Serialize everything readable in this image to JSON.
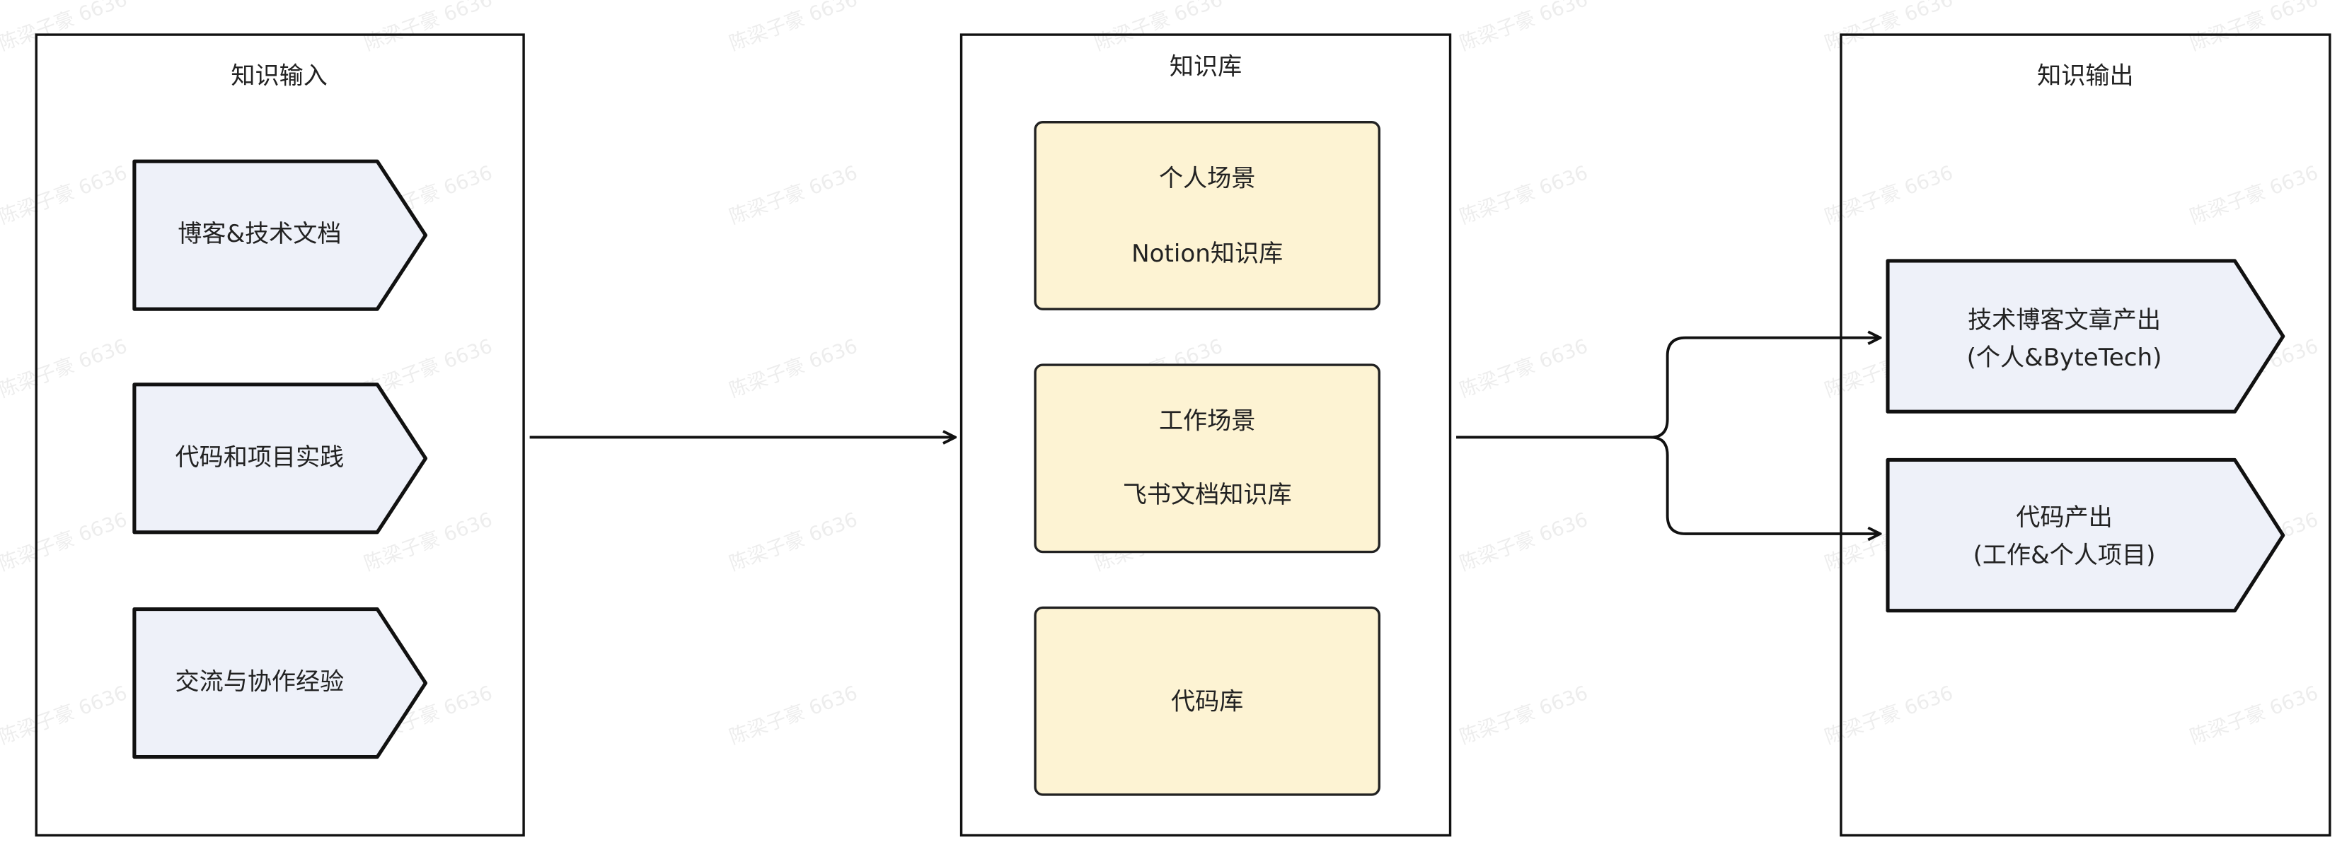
{
  "watermark": "陈梁子豪 6636",
  "colors": {
    "input_fill": "#eef1f9",
    "kb_fill": "#fdf3d3",
    "stroke": "#111111"
  },
  "input": {
    "title": "知识输入",
    "items": [
      "博客&技术文档",
      "代码和项目实践",
      "交流与协作经验"
    ]
  },
  "knowledge_base": {
    "title": "知识库",
    "items": [
      {
        "line1": "个人场景",
        "line2": "Notion知识库"
      },
      {
        "line1": "工作场景",
        "line2": "飞书文档知识库"
      },
      {
        "line1": "代码库"
      }
    ]
  },
  "output": {
    "title": "知识输出",
    "items": [
      {
        "line1": "技术博客文章产出",
        "line2": "(个人&ByteTech)"
      },
      {
        "line1": "代码产出",
        "line2": "(工作&个人项目)"
      }
    ]
  }
}
